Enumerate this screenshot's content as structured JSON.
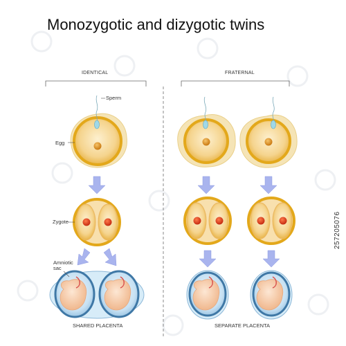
{
  "title": "Monozygotic and dizygotic twins",
  "groups": {
    "identical": "IDENTICAL",
    "fraternal": "FRATERNAL"
  },
  "labels": {
    "sperm": "Sperm",
    "egg": "Egg",
    "zygote": "Zygote",
    "amniotic_sac_line1": "Amniotic",
    "amniotic_sac_line2": "sac"
  },
  "captions": {
    "shared": "SHARED PLACENTA",
    "separate": "SEPARATE PLACENTA"
  },
  "watermark": "257205076",
  "colors": {
    "egg_ring": "#e8b020",
    "egg_fill": "#f7d89a",
    "egg_halo": "#f5e2b0",
    "nucleus": "#d4891a",
    "zygote_nucleus": "#e0401c",
    "arrow": "#a9b4ee",
    "sperm": "#9fd8e8",
    "sac_ring": "#4a7fa8",
    "sac_fill": "#cfe6f5",
    "embryo": "#f6cfb0"
  }
}
